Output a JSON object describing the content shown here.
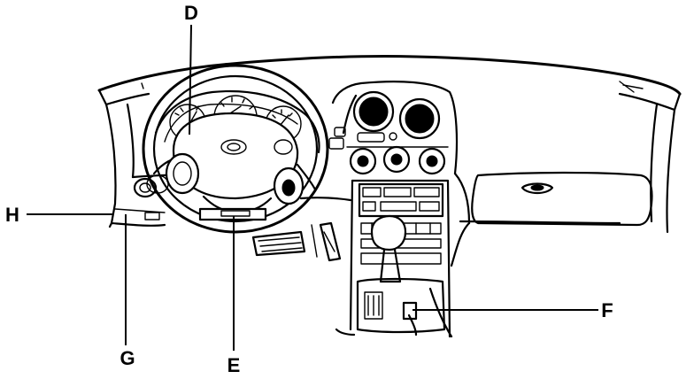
{
  "diagram": {
    "callouts": {
      "D": "D",
      "E": "E",
      "F": "F",
      "G": "G",
      "H": "H"
    }
  },
  "colors": {
    "ink": "#000000",
    "paper": "#ffffff"
  }
}
